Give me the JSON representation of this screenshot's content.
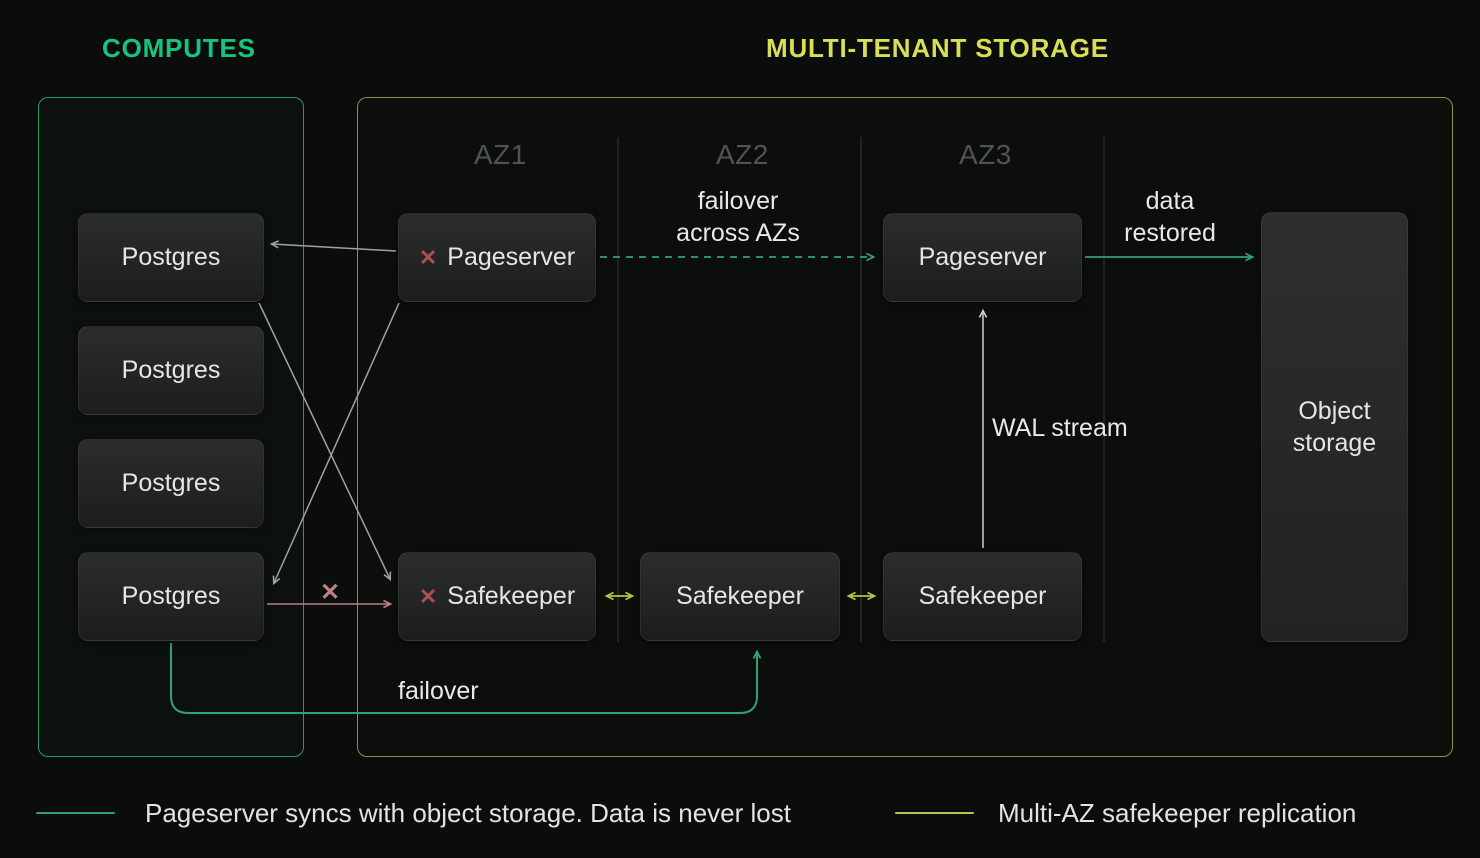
{
  "headings": {
    "computes": "COMPUTES",
    "storage": "MULTI-TENANT STORAGE"
  },
  "computes": {
    "nodes": [
      {
        "label": "Postgres"
      },
      {
        "label": "Postgres"
      },
      {
        "label": "Postgres"
      },
      {
        "label": "Postgres"
      }
    ]
  },
  "storage": {
    "az_labels": [
      "AZ1",
      "AZ2",
      "AZ3"
    ],
    "pageserver_az1": "Pageserver",
    "pageserver_az3": "Pageserver",
    "safekeeper_az1": "Safekeeper",
    "safekeeper_az2": "Safekeeper",
    "safekeeper_az3": "Safekeeper",
    "object_storage": "Object storage",
    "failed_marker": "✕"
  },
  "annotations": {
    "failover_across_line1": "failover",
    "failover_across_line2": "across AZs",
    "data_restored_line1": "data",
    "data_restored_line2": "restored",
    "wal_stream": "WAL stream",
    "failover": "failover",
    "crossed_marker": "✕"
  },
  "legend": {
    "items": [
      {
        "label": "Pageserver syncs with object storage. Data is never lost",
        "color": "#2f9e77"
      },
      {
        "label": "Multi-AZ safekeeper replication",
        "color": "#b9c14d"
      }
    ]
  },
  "colors": {
    "background": "#0b0d0c",
    "computes_accent": "#17c47f",
    "storage_accent": "#d8de56",
    "computes_border": "#27996c",
    "storage_border": "#8e9147",
    "failure_red": "#ad4d55",
    "pink_arrow": "#c07e87",
    "green_arrow": "#2fa27b",
    "yellow_arrow": "#b9c14d",
    "gray_arrow": "#9fa3a0",
    "white_arrow": "#cdd0ce"
  }
}
